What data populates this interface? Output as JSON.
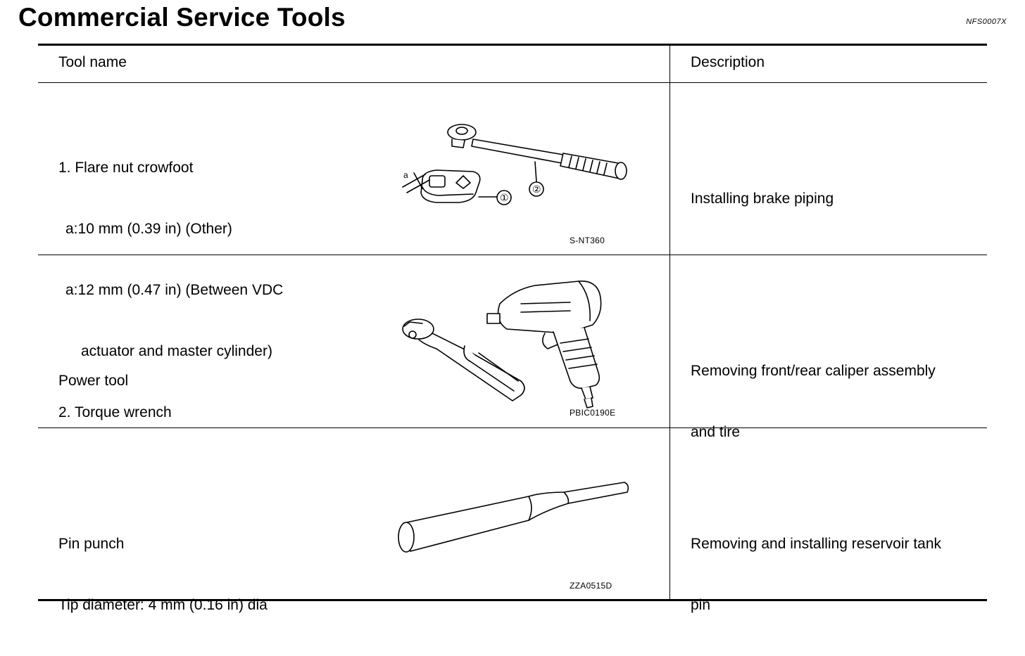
{
  "page": {
    "title": "Commercial Service Tools",
    "code": "NFS0007X"
  },
  "table": {
    "headers": {
      "tool_name": "Tool name",
      "description": "Description"
    },
    "rows": [
      {
        "tool_lines": [
          "1. Flare nut crowfoot",
          "a:10 mm (0.39 in) (Other)",
          "a:12 mm (0.47 in) (Between VDC",
          "actuator and master cylinder)",
          "2. Torque wrench"
        ],
        "figure_code": "S-NT360",
        "figure_labels": {
          "a": "a",
          "one": "①",
          "two": "②"
        },
        "description_lines": [
          "Installing brake piping"
        ]
      },
      {
        "tool_lines": [
          "Power tool"
        ],
        "figure_code": "PBIC0190E",
        "description_lines": [
          "Removing front/rear caliper assembly",
          "and tire"
        ]
      },
      {
        "tool_lines": [
          "Pin punch",
          "Tip diameter: 4 mm (0.16 in) dia"
        ],
        "figure_code": "ZZA0515D",
        "description_lines": [
          "Removing and installing reservoir tank",
          "pin"
        ]
      }
    ]
  }
}
